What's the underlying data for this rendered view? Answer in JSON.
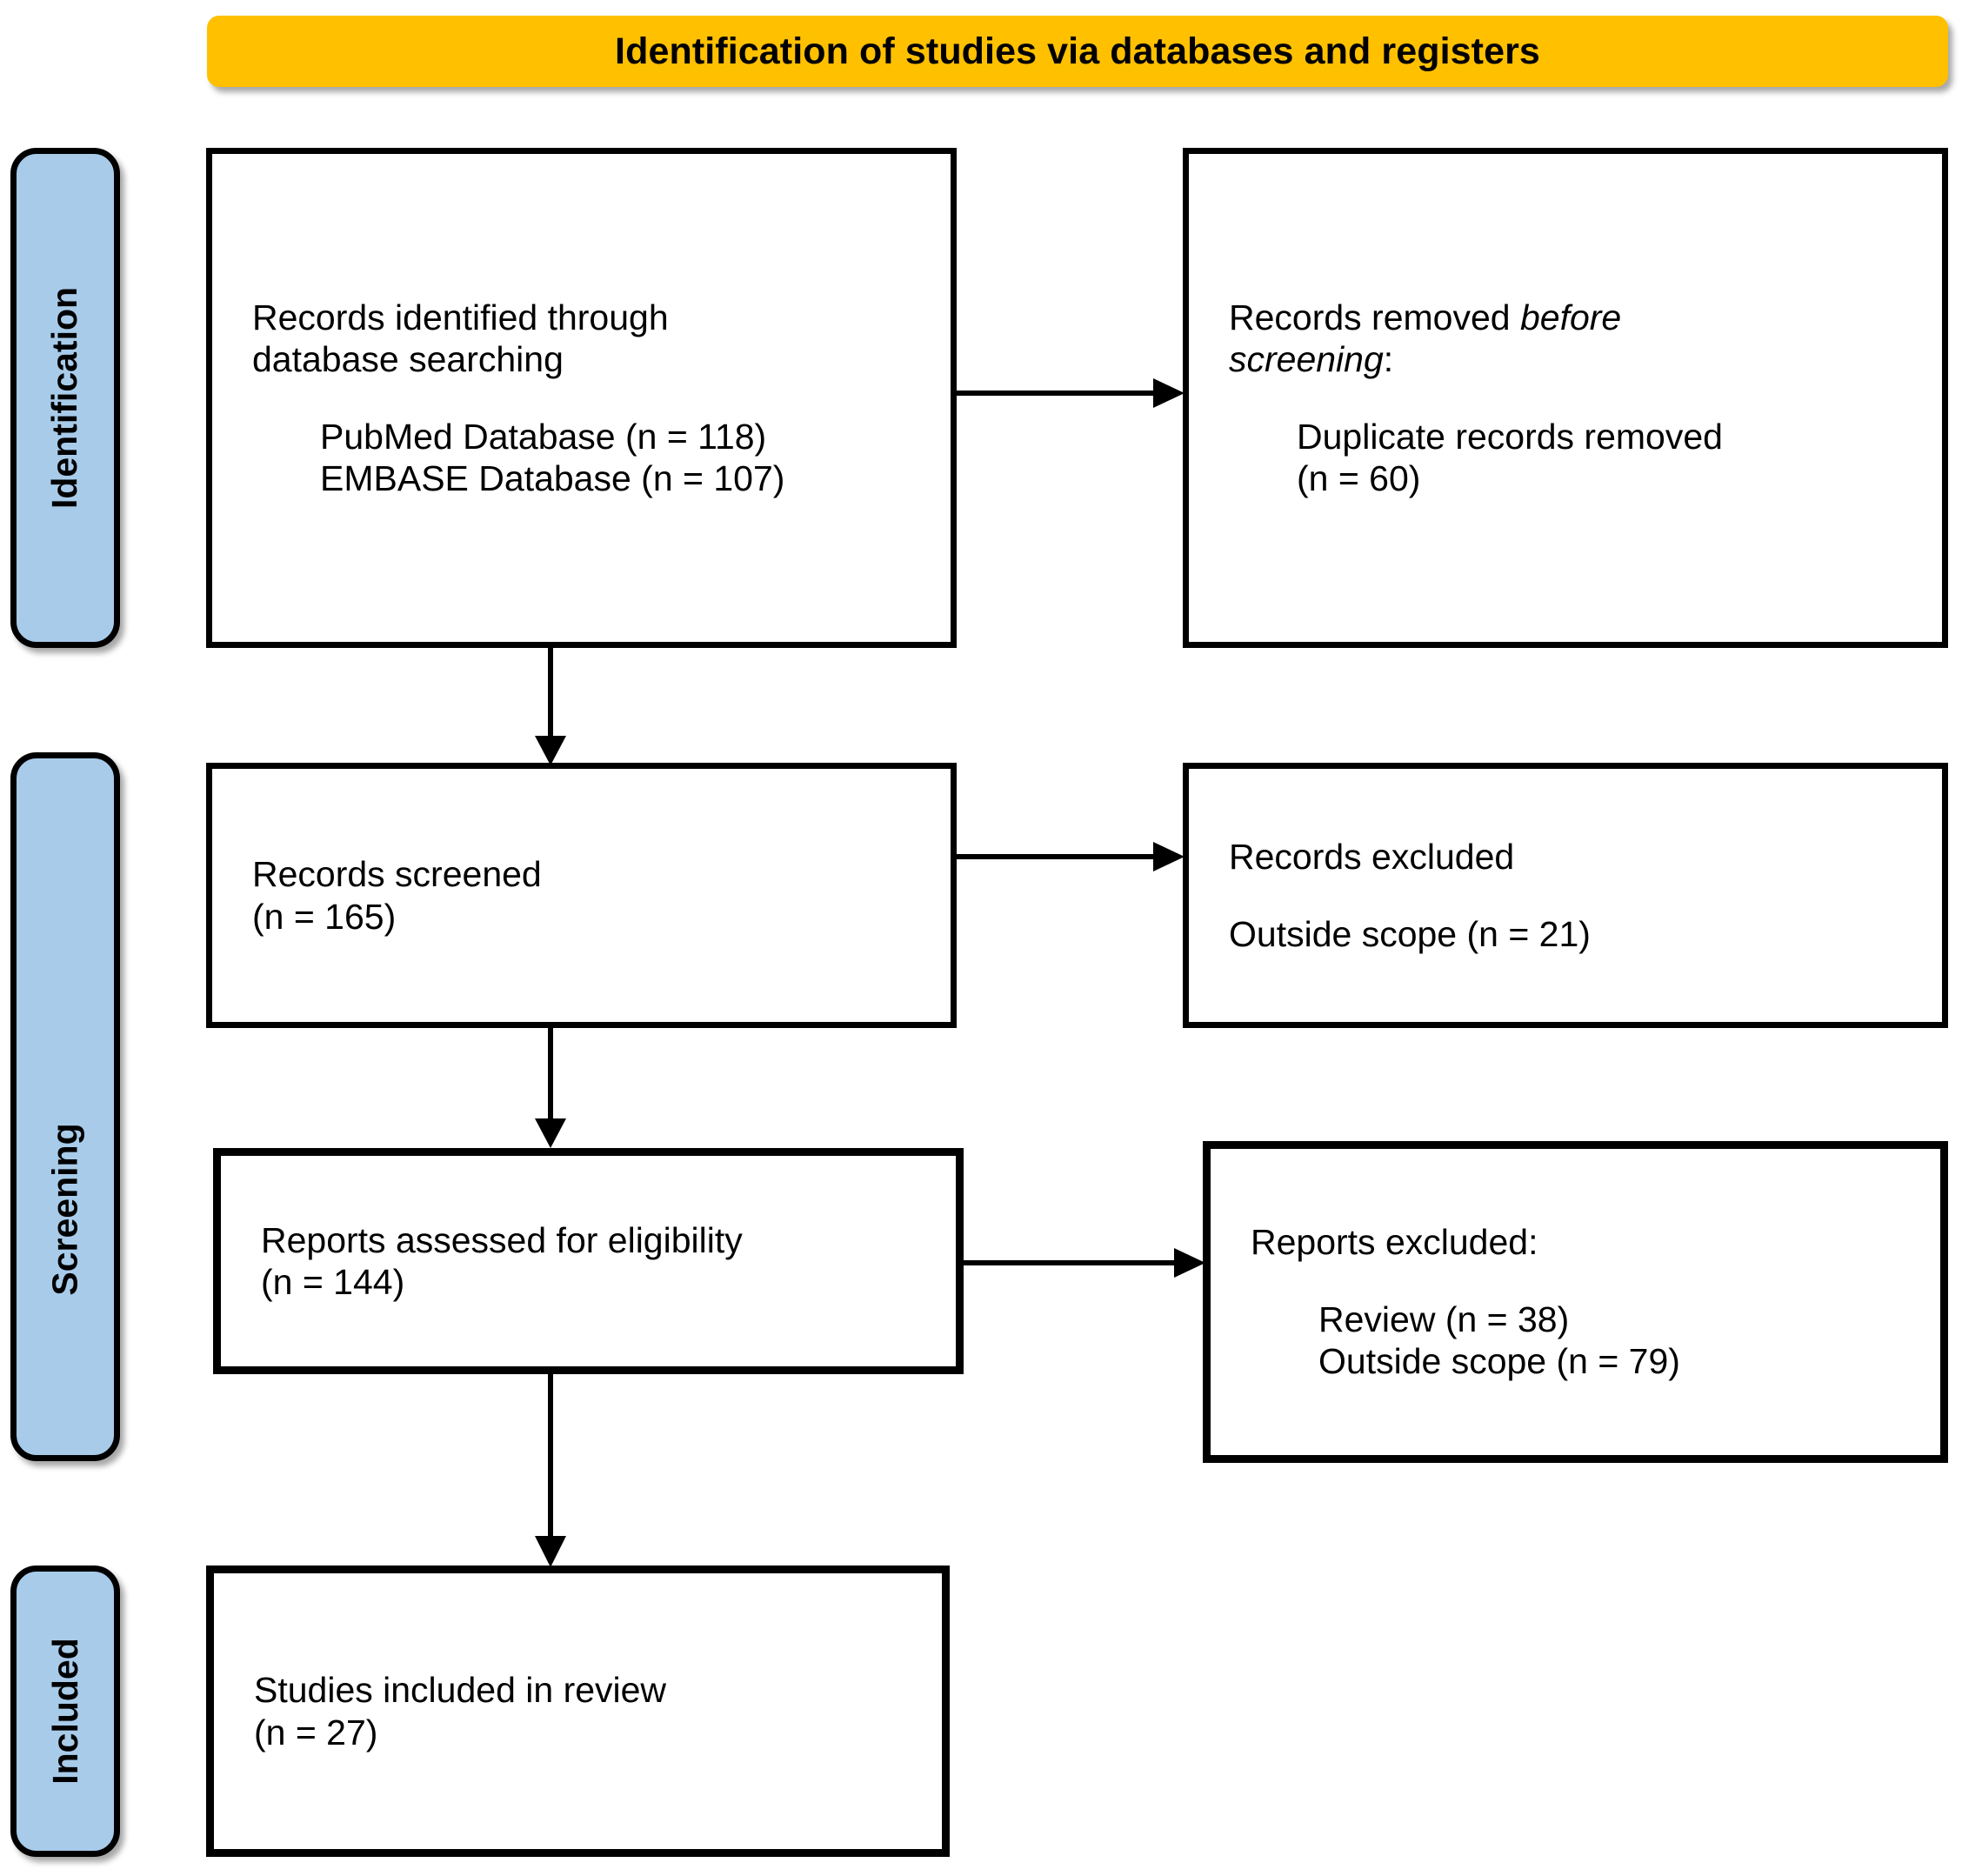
{
  "header": {
    "title": "Identification of studies via databases and registers",
    "bg_color": "#FFC000"
  },
  "rails": {
    "bg_color": "#A8CBEA",
    "items": [
      {
        "label": "Identification"
      },
      {
        "label": "Screening"
      },
      {
        "label": "Included"
      }
    ]
  },
  "boxes": {
    "records_identified": {
      "line1": "Records identified through",
      "line2": "database searching",
      "detail1": "PubMed Database (n = 118)",
      "detail2": "EMBASE Database (n = 107)"
    },
    "records_removed": {
      "line1": "Records removed ",
      "line1_italic": "before",
      "line2_italic": "screening",
      "line2_tail": ":",
      "detail1": "Duplicate records removed",
      "detail2": "(n = 60)"
    },
    "records_screened": {
      "line1": "Records screened",
      "line2": "(n = 165)"
    },
    "records_excluded": {
      "line1": "Records excluded",
      "line2": "Outside scope (n = 21)"
    },
    "reports_assessed": {
      "line1": "Reports assessed for eligibility",
      "line2": "(n = 144)"
    },
    "reports_excluded": {
      "line1": "Reports excluded:",
      "detail1": "Review (n = 38)",
      "detail2": "Outside scope (n = 79)"
    },
    "studies_included": {
      "line1": "Studies included in review",
      "line2": "(n = 27)"
    }
  },
  "connectors": [
    {
      "name": "identified-to-removed",
      "direction": "right"
    },
    {
      "name": "identified-to-screened",
      "direction": "down"
    },
    {
      "name": "screened-to-excluded",
      "direction": "right"
    },
    {
      "name": "screened-to-assessed",
      "direction": "down"
    },
    {
      "name": "assessed-to-excluded",
      "direction": "right"
    },
    {
      "name": "assessed-to-included",
      "direction": "down"
    }
  ]
}
